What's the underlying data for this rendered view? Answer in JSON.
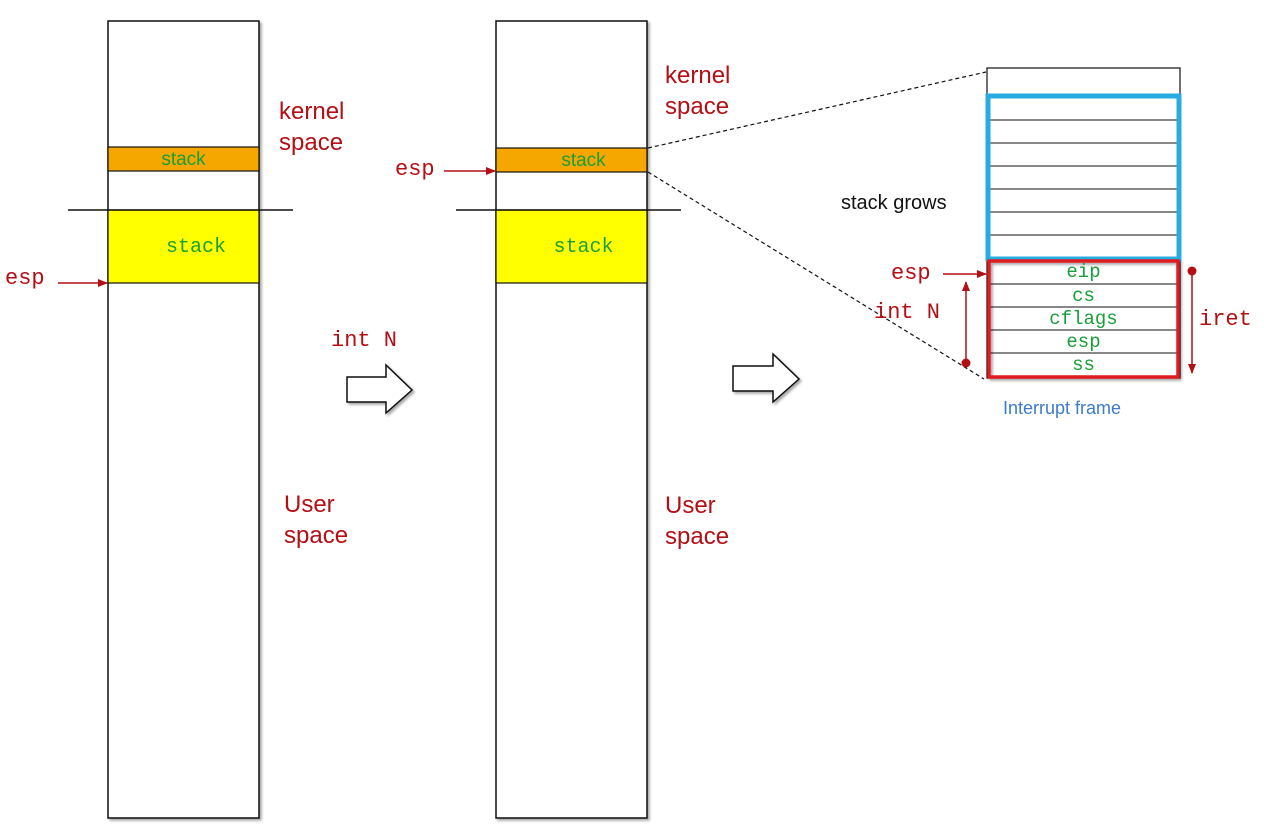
{
  "labels": {
    "kernel_line1": "kernel",
    "kernel_line2": "space",
    "user_line1": "User",
    "user_line2": "space",
    "stack": "stack",
    "esp": "esp",
    "int_n": "int N",
    "stack_grows": "stack grows",
    "iret": "iret",
    "interrupt_frame": "Interrupt frame"
  },
  "frame_entries": [
    "eip",
    "cs",
    "cflags",
    "esp",
    "ss"
  ],
  "colors": {
    "kernel_stack": "#f5a700",
    "user_stack": "#ffff00",
    "accent_red": "#b30f14",
    "stack_text_green": "#1a9e3a",
    "highlight_blue": "#29abe2",
    "frame_red": "#e01b24",
    "caption_blue": "#3d7cc9"
  },
  "icons": {
    "transition_arrow": "hollow-right-arrow-icon",
    "pointer_arrow": "red-pointer-arrow-icon"
  }
}
